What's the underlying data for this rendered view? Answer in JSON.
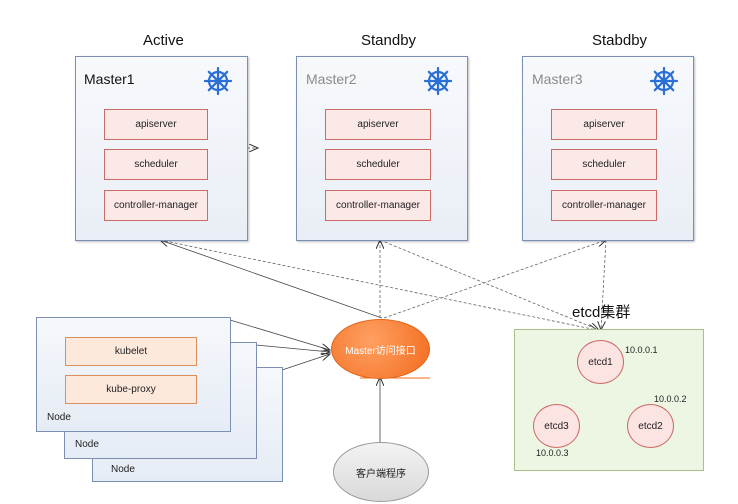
{
  "roles": {
    "active": "Active",
    "standby": "Standby",
    "stabdby": "Stabdby"
  },
  "masters": [
    {
      "title": "Master1",
      "components": [
        "apiserver",
        "scheduler",
        "controller-manager"
      ]
    },
    {
      "title": "Master2",
      "components": [
        "apiserver",
        "scheduler",
        "controller-manager"
      ]
    },
    {
      "title": "Master3",
      "components": [
        "apiserver",
        "scheduler",
        "controller-manager"
      ]
    }
  ],
  "nodes": {
    "labels": [
      "Node",
      "Node",
      "Node"
    ],
    "components": [
      "kubelet",
      "kube-proxy"
    ]
  },
  "access": {
    "label": "Master访问接口"
  },
  "client": {
    "label": "客户端程序"
  },
  "etcd": {
    "title": "etcd集群",
    "members": [
      "etcd1",
      "etcd2",
      "etcd3"
    ],
    "ips": [
      "10.0.0.1",
      "10.0.0.2",
      "10.0.0.3"
    ]
  },
  "colors": {
    "kubernetes_icon": "#2a6fd6",
    "access_orange": "#f26b1d"
  }
}
